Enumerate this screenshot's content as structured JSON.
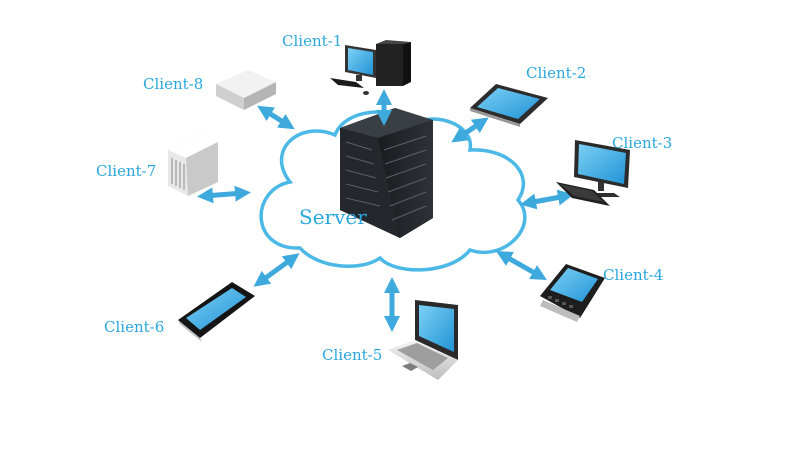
{
  "server": {
    "label": "Server"
  },
  "clients": [
    {
      "label": "Client-1",
      "device": "desktop-computer"
    },
    {
      "label": "Client-2",
      "device": "tablet"
    },
    {
      "label": "Client-3",
      "device": "monitor-with-keyboard"
    },
    {
      "label": "Client-4",
      "device": "smartphone-qwerty"
    },
    {
      "label": "Client-5",
      "device": "laptop"
    },
    {
      "label": "Client-6",
      "device": "smartphone"
    },
    {
      "label": "Client-7",
      "device": "network-storage-box"
    },
    {
      "label": "Client-8",
      "device": "router-box"
    }
  ],
  "colors": {
    "accent": "#2aa7dd",
    "cloud_stroke": "#4bb8e6",
    "server_body": "#1f2226",
    "screen": "#3aa9e4"
  }
}
